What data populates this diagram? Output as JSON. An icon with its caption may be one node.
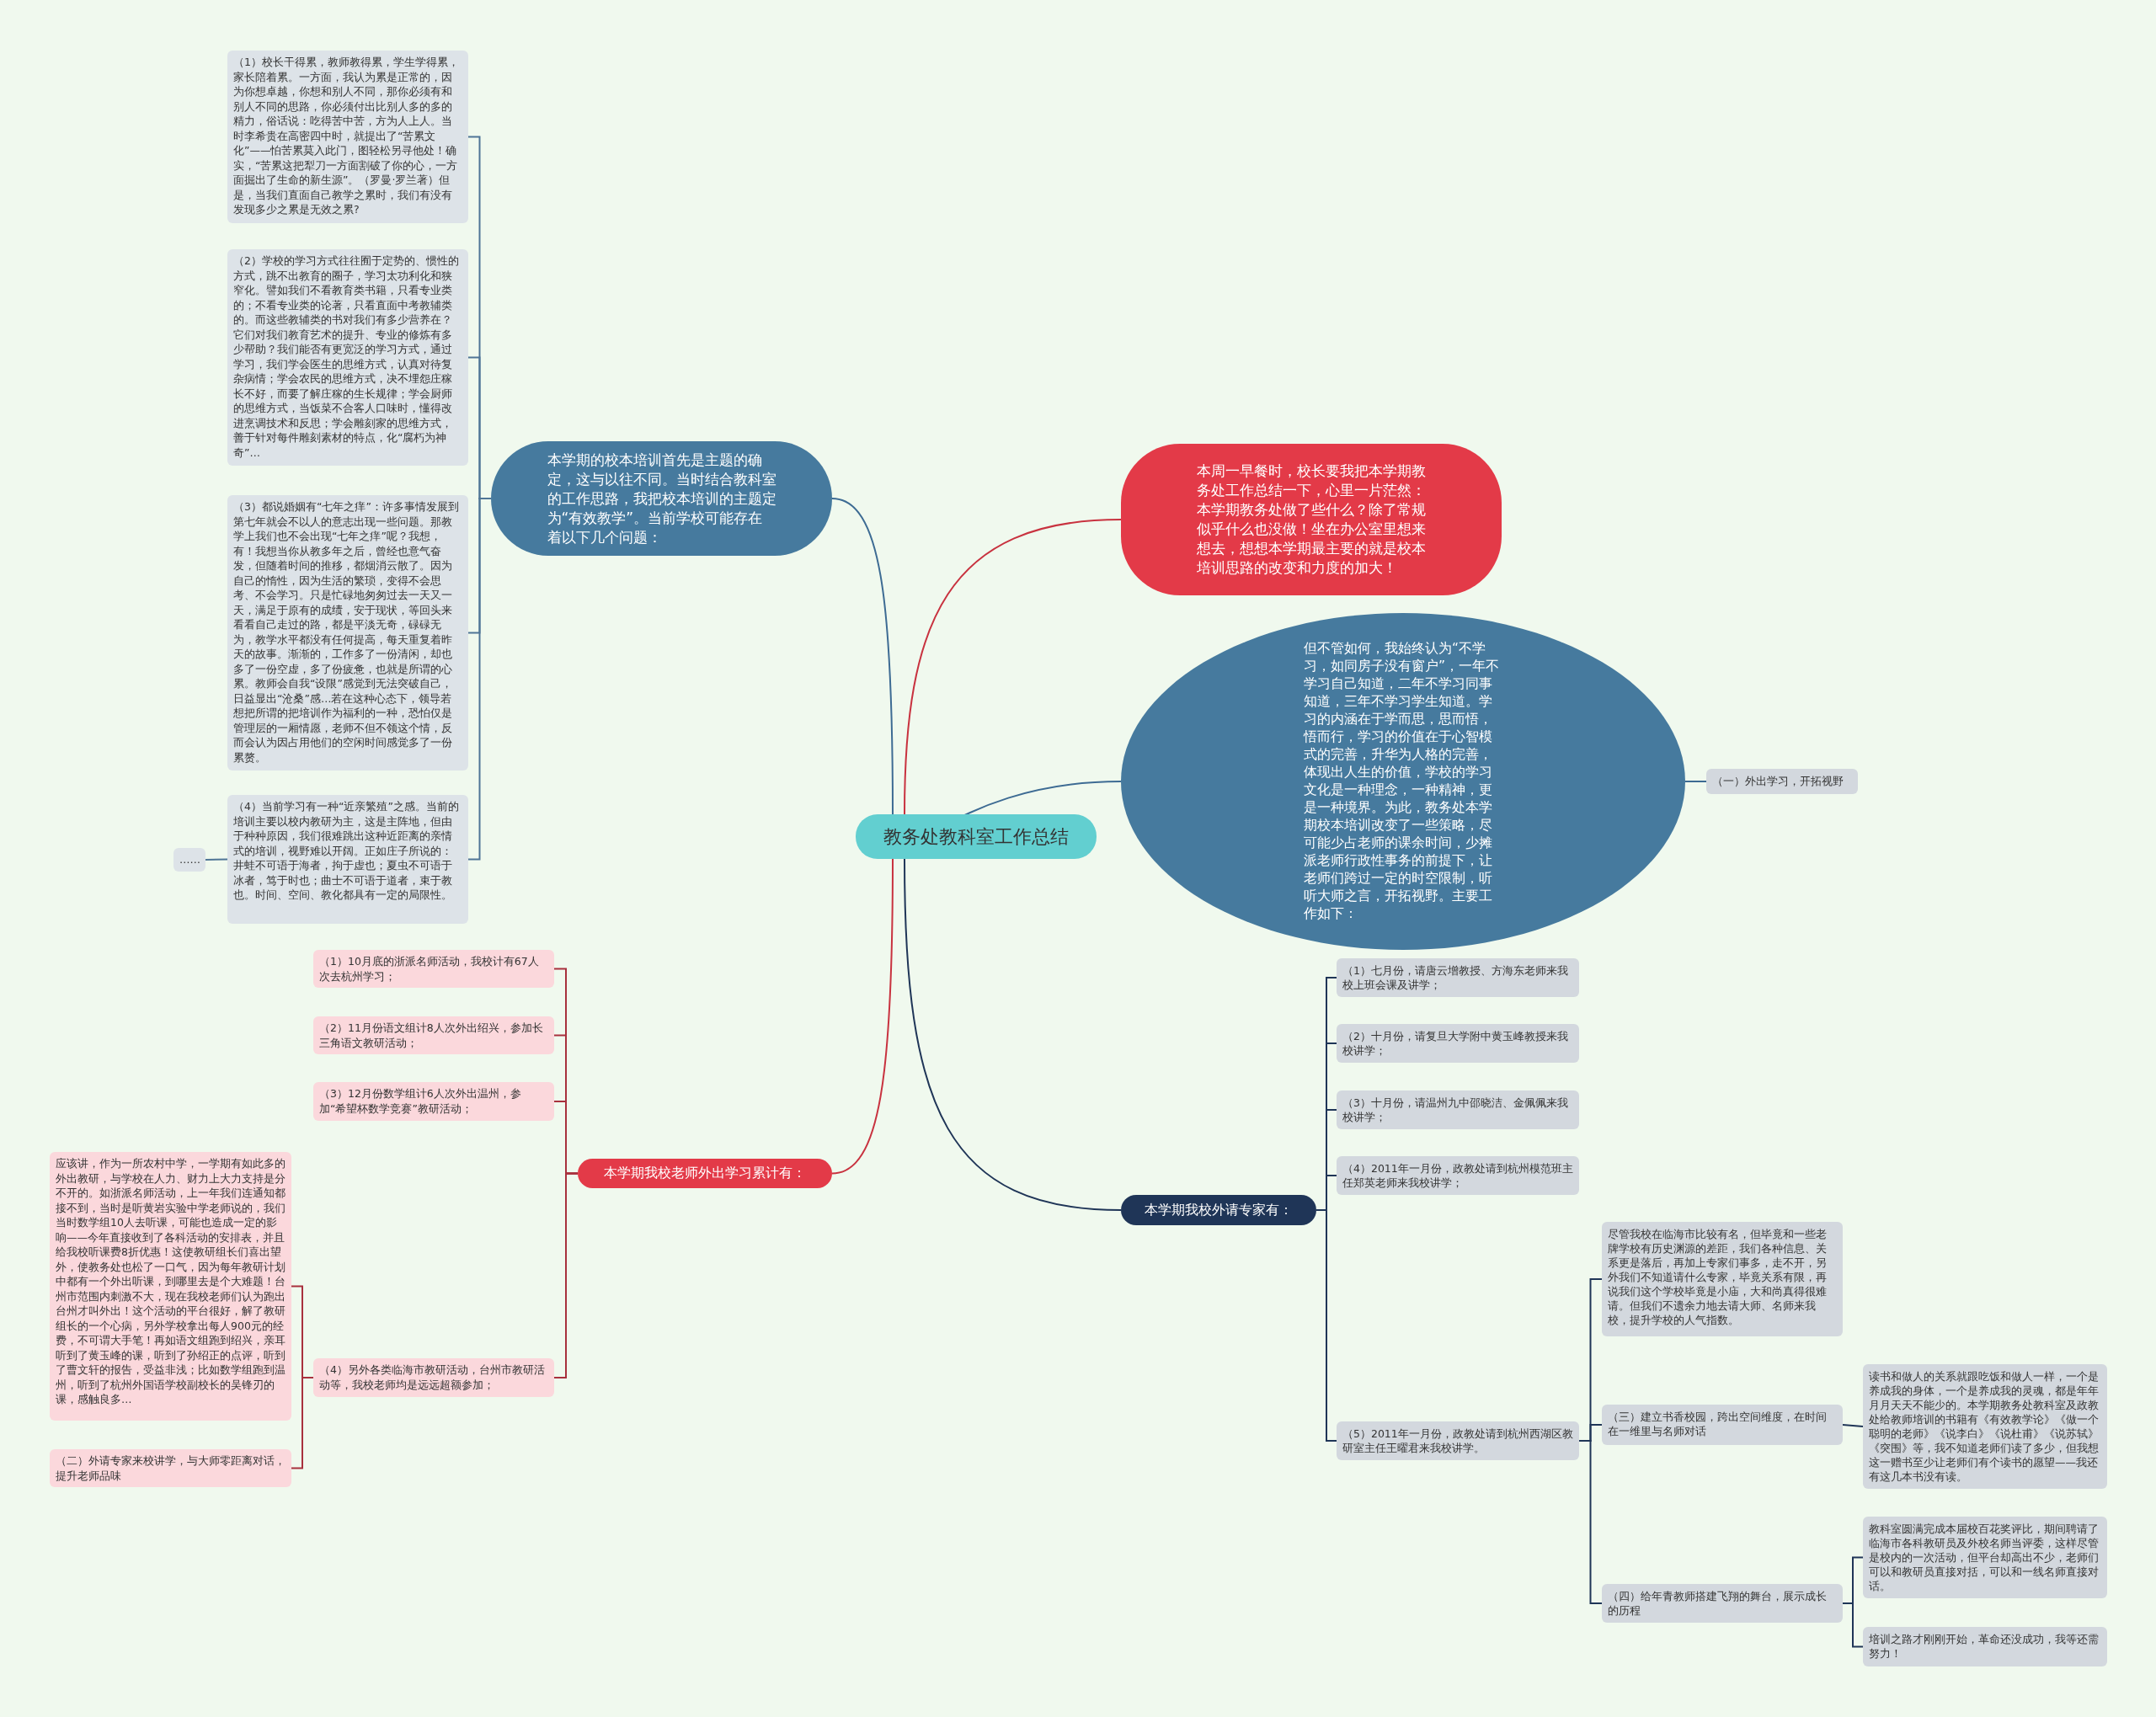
{
  "diagram": {
    "nodes": [
      {
        "text": [
          "教务处教科室工作总结"
        ]
      },
      {
        "text": [
          "本学期的校本培训首先是主题的确定，这与以往不同。当时结合教科室的工作思路，我把校本培训的主题定为“有效教学”。当前学校可能存在着以下几个问题："
        ]
      },
      {
        "text": [
          "（1）校长干得累，教师教得累，学生学得累，家长陪着累。一方面，我认为累是正常的，因为你想卓越，你想和别人不同，那你必须有和别人不同的思路，你必须付出比别人多的多的精力，俗话说：吃得苦中苦，方为人上人。当时李希贵在高密四中时，就提出了“苦累文化”——怕苦累莫入此门，图轻松另寻他处！确实，“苦累这把犁刀一方面割破了你的心，一方面掘出了生命的新生源”。（罗曼·罗兰著）但是，当我们直面自己教学之累时，我们有没有发现多少之累是无效之累?"
        ]
      },
      {
        "text": [
          "（2）学校的学习方式往往囿于定势的、惯性的方式，跳不出教育的圈子，学习太功利化和狭窄化。譬如我们不看教育类书籍，只看专业类的；不看专业类的论著，只看直面中考教辅类的。而这些教辅类的书对我们有多少营养在？它们对我们教育艺术的提升、专业的修炼有多少帮助？我们能否有更宽泛的学习方式，通过学习，我们学会医生的思维方式，认真对待复杂病情；学会农民的思维方式，决不埋怨庄稼长不好，而要了解庄稼的生长规律；学会厨师的思维方式，当饭菜不合客人口味时，懂得改进烹调技术和反思；学会雕刻家的思维方式，善于针对每件雕刻素材的特点，化“腐朽为神奇”…"
        ]
      },
      {
        "text": [
          "（3）都说婚姻有“七年之痒”：许多事情发展到第七年就会不以人的意志出现一些问题。那教学上我们也不会出现“七年之痒”呢？我想，有！我想当你从教多年之后，曾经也意气奋发，但随着时间的推移，都烟消云散了。因为自己的惰性，因为生活的繁琐，变得不会思考、不会学习。只是忙碌地匆匆过去一天又一天，满足于原有的成绩，安于现状，等回头来看看自己走过的路，都是平淡无奇，碌碌无为，教学水平都没有任何提高，每天重复着昨天的故事。渐渐的，工作多了一份清闲，却也多了一份空虚，多了份疲惫，也就是所谓的心累。教师会自我“设限”感觉到无法突破自己，日益显出“沧桑”感…若在这种心态下，领导若想把所谓的把培训作为福利的一种，恐怕仅是管理层的一厢情愿，老师不但不领这个情，反而会认为因占用他们的空闲时间感觉多了一份累赘。"
        ]
      },
      {
        "text": [
          "（4）当前学习有一种“近亲繁殖”之感。当前的培训主要以校内教研为主，这是主阵地，但由于种种原因，我们很难跳出这种近距离的亲情式的培训，视野难以开阔。正如庄子所说的：井蛙不可语于海者，拘于虚也；夏虫不可语于冰者，笃于时也；曲士不可语于道者，束于教也。时间、空间、教化都具有一定的局限性。"
        ]
      },
      {
        "text": [
          "……"
        ]
      },
      {
        "text": [
          "本周一早餐时，校长要我把本学期教务处工作总结一下，心里一片茫然：本学期教务处做了些什么？除了常规似乎什么也没做！坐在办公室里想来想去，想想本学期最主要的就是校本培训思路的改变和力度的加大！"
        ]
      },
      {
        "text": [
          "但不管如何，我始终认为“不学习，如同房子没有窗户”，一年不学习自己知道，二年不学习同事知道，三年不学习学生知道。学习的内涵在于学而思，思而悟，悟而行，学习的价值在于心智模式的完善，升华为人格的完善，体现出人生的价值，学校的学习文化是一种理念，一种精神，更是一种境界。为此，教务处本学期校本培训改变了一些策略，尽可能少占老师的课余时间，少摊派老师行政性事务的前提下，让老师们跨过一定的时空限制，听听大师之言，开拓视野。主要工作如下："
        ]
      },
      {
        "text": [
          "（一）外出学习，开拓视野"
        ]
      },
      {
        "text": [
          "本学期我校老师外出学习累计有："
        ]
      },
      {
        "text": [
          "（1）10月底的浙派名师活动，我校计有67人次去杭州学习；"
        ]
      },
      {
        "text": [
          "（2）11月份语文组计8人次外出绍兴，参加长三角语文教研活动；"
        ]
      },
      {
        "text": [
          "（3）12月份数学组计6人次外出温州，参加“希望杯数学竞赛”教研活动；"
        ]
      },
      {
        "text": [
          "（4）另外各类临海市教研活动，台州市教研活动等，我校老师均是远远超额参加；"
        ]
      },
      {
        "text": [
          "应该讲，作为一所农村中学，一学期有如此多的外出教研，与学校在人力、财力上大力支持是分不开的。如浙派名师活动，上一年我们连通知都接不到，当时是听黄岩实验中学老师说的，我们当时数学组10人去听课，可能也造成一定的影响——今年直接收到了各科活动的安排表，并且给我校听课费8折优惠！这使教研组长们喜出望外，使教务处也松了一口气，因为每年教研计划中都有一个外出听课，到哪里去是个大难题！台州市范围内刺激不大，现在我校老师们认为跑出台州才叫外出！这个活动的平台很好，解了教研组长的一个心病，另外学校拿出每人900元的经费，不可谓大手笔！再如语文组跑到绍兴，亲耳听到了黄玉峰的课，听到了孙绍正的点评，听到了曹文轩的报告，受益非浅；比如数学组跑到温州，听到了杭州外国语学校副校长的吴锋刃的课，感触良多…"
        ]
      },
      {
        "text": [
          "（二）外请专家来校讲学，与大师零距离对话，提升老师品味"
        ]
      },
      {
        "text": [
          "本学期我校外请专家有："
        ]
      },
      {
        "text": [
          "（1）七月份，请唐云增教授、方海东老师来我校上班会课及讲学；"
        ]
      },
      {
        "text": [
          "（2）十月份，请复旦大学附中黄玉峰教授来我校讲学；"
        ]
      },
      {
        "text": [
          "（3）十月份，请温州九中邵晓洁、金佩佩来我校讲学；"
        ]
      },
      {
        "text": [
          "（4）2011年一月份，政教处请到杭州模范班主任郑英老师来我校讲学；"
        ]
      },
      {
        "text": [
          "（5）2011年一月份，政教处请到杭州西湖区教研室主任王曜君来我校讲学。"
        ]
      },
      {
        "text": [
          "尽管我校在临海市比较有名，但毕竟和一些老牌学校有历史渊源的差距，我们各种信息、关系更是落后，再加上专家们事多，走不开，另外我们不知道请什么专家，毕竟关系有限，再说我们这个学校毕竟是小庙，大和尚真得很难请。但我们不遗余力地去请大师、名师来我校，提升学校的人气指数。"
        ]
      },
      {
        "text": [
          "（三）建立书香校园，跨出空间维度，在时间在一维里与名师对话"
        ]
      },
      {
        "text": [
          "（四）给年青教师搭建飞翔的舞台，展示成长的历程"
        ]
      },
      {
        "text": [
          "读书和做人的关系就跟吃饭和做人一样，一个是养成我的身体，一个是养成我的灵魂，都是年年月月天天不能少的。本学期教务处教科室及政教处给教师培训的书籍有《有效教学论》《做一个聪明的老师》《说李白》《说杜甫》《说苏轼》《突围》等，我不知道老师们读了多少，但我想这一赠书至少让老师们有个读书的愿望——我还有这几本书没有读。"
        ]
      },
      {
        "text": [
          "教科室圆满完成本届校百花奖评比，期间聘请了临海市各科教研员及外校名师当评委，这样尽管是校内的一次活动，但平台却高出不少，老师们可以和教研员直接对括，可以和一线名师直接对话。"
        ]
      },
      {
        "text": [
          "培训之路才刚刚开始，革命还没成功，我等还需努力！"
        ]
      }
    ],
    "edges": [
      {
        "from": 0,
        "to": 1,
        "arrow": "none",
        "color": "#3d6b93"
      },
      {
        "from": 1,
        "to": 2,
        "arrow": "none",
        "color": "#4f7596"
      },
      {
        "from": 1,
        "to": 3,
        "arrow": "none",
        "color": "#4f7596"
      },
      {
        "from": 1,
        "to": 4,
        "arrow": "none",
        "color": "#4f7596"
      },
      {
        "from": 1,
        "to": 5,
        "arrow": "none",
        "color": "#4f7596"
      },
      {
        "from": 5,
        "to": 6,
        "arrow": "none",
        "color": "#4f7596"
      },
      {
        "from": 0,
        "to": 7,
        "arrow": "none",
        "color": "#c8323f"
      },
      {
        "from": 0,
        "to": 8,
        "arrow": "none",
        "color": "#3d6b93"
      },
      {
        "from": 8,
        "to": 9,
        "arrow": "none",
        "color": "#3d6b93"
      },
      {
        "from": 0,
        "to": 10,
        "arrow": "none",
        "color": "#c8323f"
      },
      {
        "from": 10,
        "to": 11,
        "arrow": "none",
        "color": "#a8303d"
      },
      {
        "from": 10,
        "to": 12,
        "arrow": "none",
        "color": "#a8303d"
      },
      {
        "from": 10,
        "to": 13,
        "arrow": "none",
        "color": "#a8303d"
      },
      {
        "from": 10,
        "to": 14,
        "arrow": "none",
        "color": "#a8303d"
      },
      {
        "from": 14,
        "to": 15,
        "arrow": "none",
        "color": "#a8303d"
      },
      {
        "from": 14,
        "to": 16,
        "arrow": "none",
        "color": "#a8303d"
      },
      {
        "from": 0,
        "to": 17,
        "arrow": "none"
      },
      {
        "from": 17,
        "to": 18,
        "arrow": "none"
      },
      {
        "from": 17,
        "to": 19,
        "arrow": "none"
      },
      {
        "from": 17,
        "to": 20,
        "arrow": "none"
      },
      {
        "from": 17,
        "to": 21,
        "arrow": "none"
      },
      {
        "from": 17,
        "to": 22,
        "arrow": "none"
      },
      {
        "from": 22,
        "to": 23,
        "arrow": "none"
      },
      {
        "from": 22,
        "to": 24,
        "arrow": "none"
      },
      {
        "from": 22,
        "to": 25,
        "arrow": "none"
      },
      {
        "from": 24,
        "to": 26,
        "arrow": "none"
      },
      {
        "from": 25,
        "to": 27,
        "arrow": "none"
      },
      {
        "from": 25,
        "to": 28,
        "arrow": "none"
      }
    ]
  }
}
